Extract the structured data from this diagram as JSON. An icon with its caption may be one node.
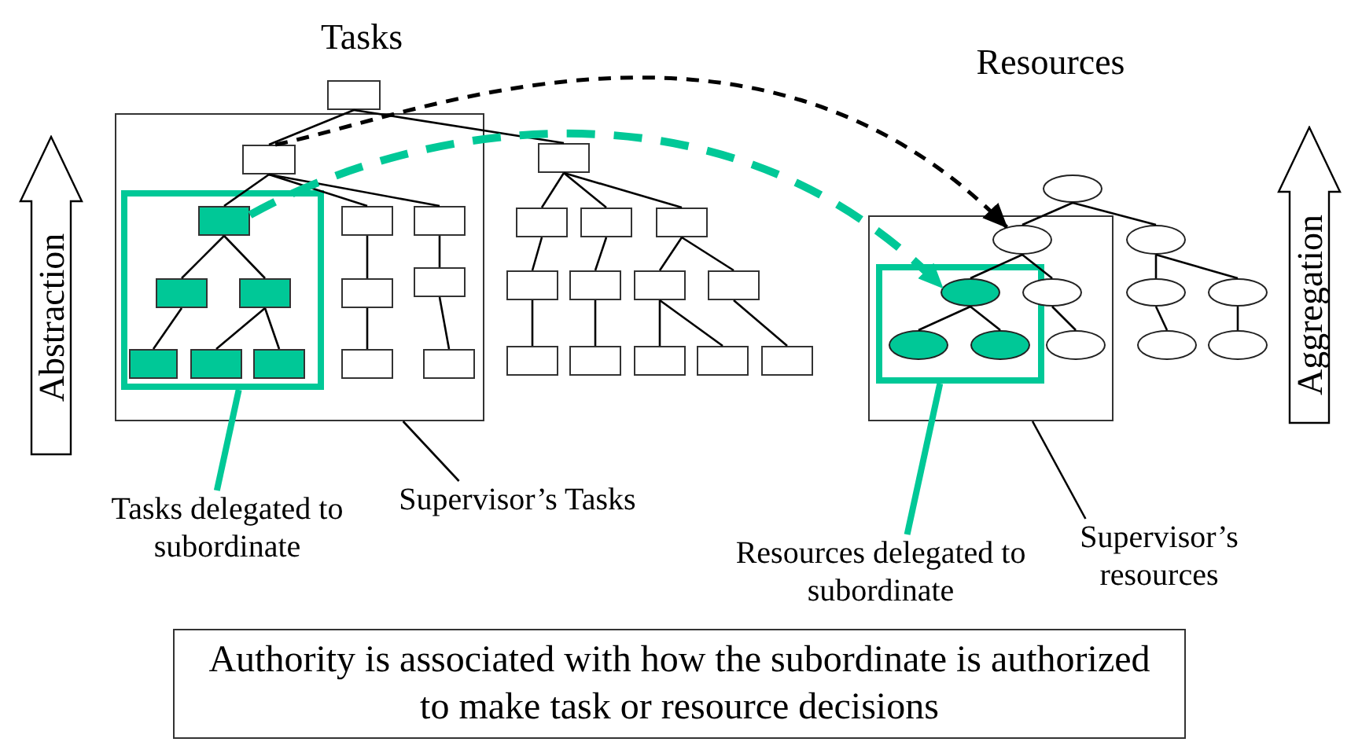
{
  "diagram": {
    "nodes": [
      {
        "text": [
          "Abstraction"
        ]
      },
      {
        "text": [],
        "shape": "box"
      },
      {
        "text": [],
        "shape": "box"
      },
      {
        "text": [],
        "shape": "box",
        "in": 2
      },
      {
        "text": [],
        "shape": "box",
        "in": 2
      },
      {
        "text": [],
        "shape": "box",
        "in": 4
      },
      {
        "text": [],
        "shape": "box",
        "in": 4
      },
      {
        "text": [],
        "shape": "box",
        "in": 4
      },
      {
        "text": [],
        "shape": "box",
        "in": 4
      },
      {
        "text": [],
        "shape": "box",
        "in": 4
      },
      {
        "text": [],
        "shape": "box",
        "in": 4
      },
      {
        "text": [],
        "shape": "box",
        "in": 2
      },
      {
        "text": [],
        "shape": "box",
        "in": 2
      },
      {
        "text": [],
        "shape": "box",
        "in": 2
      },
      {
        "text": [],
        "shape": "box",
        "in": 2
      },
      {
        "text": [],
        "shape": "box",
        "in": 2
      },
      {
        "text": [],
        "shape": "box",
        "in": 2
      },
      {
        "text": [],
        "shape": "box"
      },
      {
        "text": [],
        "shape": "box"
      },
      {
        "text": [],
        "shape": "box"
      },
      {
        "text": [],
        "shape": "box"
      },
      {
        "text": [],
        "shape": "box"
      },
      {
        "text": [],
        "shape": "box"
      },
      {
        "text": [],
        "shape": "box"
      },
      {
        "text": [],
        "shape": "box"
      },
      {
        "text": [],
        "shape": "box"
      },
      {
        "text": [],
        "shape": "box"
      },
      {
        "text": [],
        "shape": "box"
      },
      {
        "text": [],
        "shape": "box"
      },
      {
        "text": [],
        "shape": "box"
      },
      {
        "text": [],
        "shape": "ellipse"
      },
      {
        "text": [],
        "shape": "box"
      },
      {
        "text": [],
        "shape": "ellipse",
        "in": 31
      },
      {
        "text": [],
        "shape": "box",
        "in": 31
      },
      {
        "text": [],
        "shape": "ellipse",
        "in": 33
      },
      {
        "text": [],
        "shape": "ellipse",
        "in": 33
      },
      {
        "text": [],
        "shape": "ellipse",
        "in": 33
      },
      {
        "text": [],
        "shape": "ellipse",
        "in": 31
      },
      {
        "text": [],
        "shape": "ellipse",
        "in": 31
      },
      {
        "text": [],
        "shape": "ellipse"
      },
      {
        "text": [],
        "shape": "ellipse"
      },
      {
        "text": [],
        "shape": "ellipse"
      },
      {
        "text": [],
        "shape": "ellipse"
      },
      {
        "text": [],
        "shape": "ellipse"
      },
      {
        "text": [
          "Aggregation"
        ]
      },
      {
        "text": [
          "Tasks delegated to subordinate"
        ]
      },
      {
        "text": [
          "Supervisor’s Tasks"
        ]
      },
      {
        "text": [
          "Resources delegated to subordinate"
        ]
      },
      {
        "text": [
          "Supervisor’s resources"
        ]
      },
      {
        "text": [
          "Authority is associated with how the subordinate is authorized to make task or resource decisions"
        ]
      }
    ],
    "edges": [
      {
        "from": 1,
        "to": 3,
        "arrow": "none"
      },
      {
        "from": 1,
        "to": 17,
        "arrow": "none"
      },
      {
        "from": 3,
        "to": 5,
        "arrow": "none"
      },
      {
        "from": 3,
        "to": 11,
        "arrow": "none"
      },
      {
        "from": 3,
        "to": 12,
        "arrow": "none"
      },
      {
        "from": 5,
        "to": 6,
        "arrow": "none"
      },
      {
        "from": 5,
        "to": 7,
        "arrow": "none"
      },
      {
        "from": 6,
        "to": 8,
        "arrow": "none"
      },
      {
        "from": 7,
        "to": 9,
        "arrow": "none"
      },
      {
        "from": 7,
        "to": 10,
        "arrow": "none"
      },
      {
        "from": 11,
        "to": 13,
        "arrow": "none"
      },
      {
        "from": 13,
        "to": 15,
        "arrow": "none"
      },
      {
        "from": 12,
        "to": 14,
        "arrow": "none"
      },
      {
        "from": 14,
        "to": 16,
        "arrow": "none"
      },
      {
        "from": 17,
        "to": 18,
        "arrow": "none"
      },
      {
        "from": 17,
        "to": 19,
        "arrow": "none"
      },
      {
        "from": 17,
        "to": 20,
        "arrow": "none"
      },
      {
        "from": 18,
        "to": 21,
        "arrow": "none"
      },
      {
        "from": 19,
        "to": 22,
        "arrow": "none"
      },
      {
        "from": 20,
        "to": 23,
        "arrow": "none"
      },
      {
        "from": 20,
        "to": 24,
        "arrow": "none"
      },
      {
        "from": 21,
        "to": 25,
        "arrow": "none"
      },
      {
        "from": 22,
        "to": 26,
        "arrow": "none"
      },
      {
        "from": 23,
        "to": 27,
        "arrow": "none"
      },
      {
        "from": 23,
        "to": 28,
        "arrow": "none"
      },
      {
        "from": 24,
        "to": 29,
        "arrow": "none"
      },
      {
        "from": 30,
        "to": 32,
        "arrow": "none"
      },
      {
        "from": 30,
        "to": 39,
        "arrow": "none"
      },
      {
        "from": 32,
        "to": 34,
        "arrow": "none"
      },
      {
        "from": 32,
        "to": 37,
        "arrow": "none"
      },
      {
        "from": 34,
        "to": 35,
        "arrow": "none"
      },
      {
        "from": 34,
        "to": 36,
        "arrow": "none"
      },
      {
        "from": 37,
        "to": 38,
        "arrow": "none"
      },
      {
        "from": 39,
        "to": 40,
        "arrow": "none"
      },
      {
        "from": 39,
        "to": 41,
        "arrow": "none"
      },
      {
        "from": 40,
        "to": 42,
        "arrow": "none"
      },
      {
        "from": 41,
        "to": 43,
        "arrow": "none"
      },
      {
        "from": 3,
        "to": 32,
        "arrow": "to",
        "style": "dashed"
      },
      {
        "from": 5,
        "to": 34,
        "arrow": "to",
        "style": "dashed",
        "color": "#00c897"
      },
      {
        "from": 45,
        "to": 4,
        "arrow": "none",
        "style": "thick",
        "color": "#00c897"
      },
      {
        "from": 46,
        "to": 2,
        "arrow": "none"
      },
      {
        "from": 47,
        "to": 33,
        "arrow": "none",
        "style": "thick",
        "color": "#00c897"
      },
      {
        "from": 48,
        "to": 31,
        "arrow": "none"
      }
    ],
    "labels": [
      "Tasks",
      "Resources"
    ]
  }
}
